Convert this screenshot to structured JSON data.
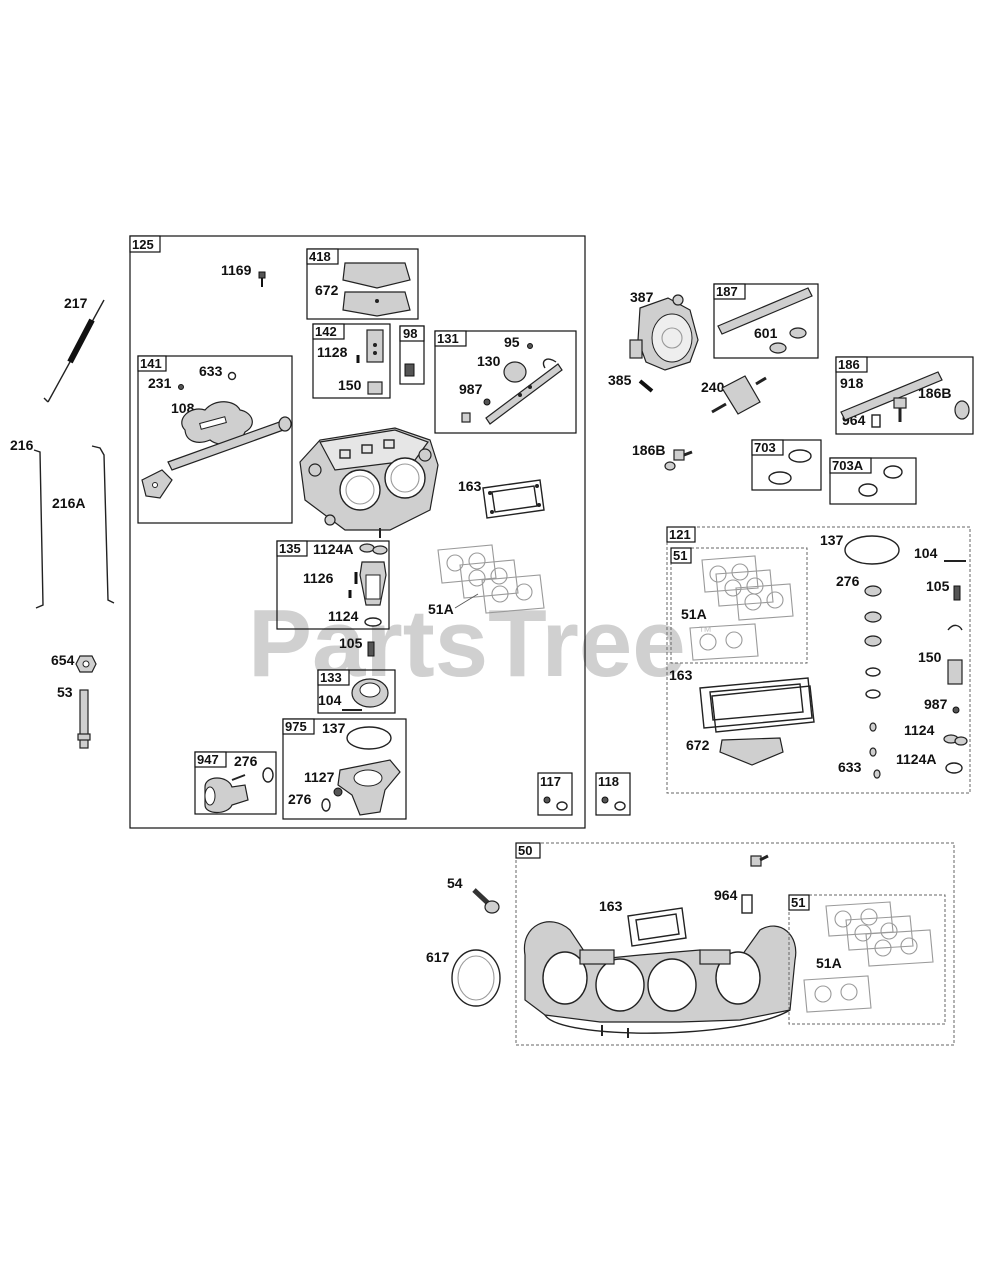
{
  "watermark": "PartsTree",
  "watermark_tm": "™",
  "callouts": {
    "c1169": "1169",
    "c217": "217",
    "c672a": "672",
    "c1128": "1128",
    "c150a": "150",
    "c95": "95",
    "c130": "130",
    "c987a": "987",
    "c231": "231",
    "c633a": "633",
    "c108": "108",
    "c216": "216",
    "c216a": "216A",
    "c163a": "163",
    "c1124a_a": "1124A",
    "c1126": "1126",
    "c1124_a": "1124",
    "c51a_a": "51A",
    "c105a": "105",
    "c654": "654",
    "c53": "53",
    "c104a": "104",
    "c137a": "137",
    "c276a": "276",
    "c1127": "1127",
    "c276b": "276",
    "c387": "387",
    "c601": "601",
    "c385": "385",
    "c240": "240",
    "c918": "918",
    "c186b_a": "186B",
    "c964a": "964",
    "c186b_b": "186B",
    "c137b": "137",
    "c104b": "104",
    "c276c": "276",
    "c105b": "105",
    "c51a_b": "51A",
    "c150b": "150",
    "c163b": "163",
    "c987b": "987",
    "c1124_b": "1124",
    "c672b": "672",
    "c1124a_b": "1124A",
    "c633b": "633",
    "c54": "54",
    "c163c": "163",
    "c964b": "964",
    "c617": "617",
    "c51a_c": "51A"
  },
  "box_labels": {
    "b125": "125",
    "b418": "418",
    "b142": "142",
    "b98": "98",
    "b131": "131",
    "b141": "141",
    "b135": "135",
    "b133": "133",
    "b975": "975",
    "b947": "947",
    "b117": "117",
    "b118": "118",
    "b187": "187",
    "b186": "186",
    "b703": "703",
    "b703a": "703A",
    "b121": "121",
    "b51_a": "51",
    "b50": "50",
    "b51_b": "51"
  }
}
